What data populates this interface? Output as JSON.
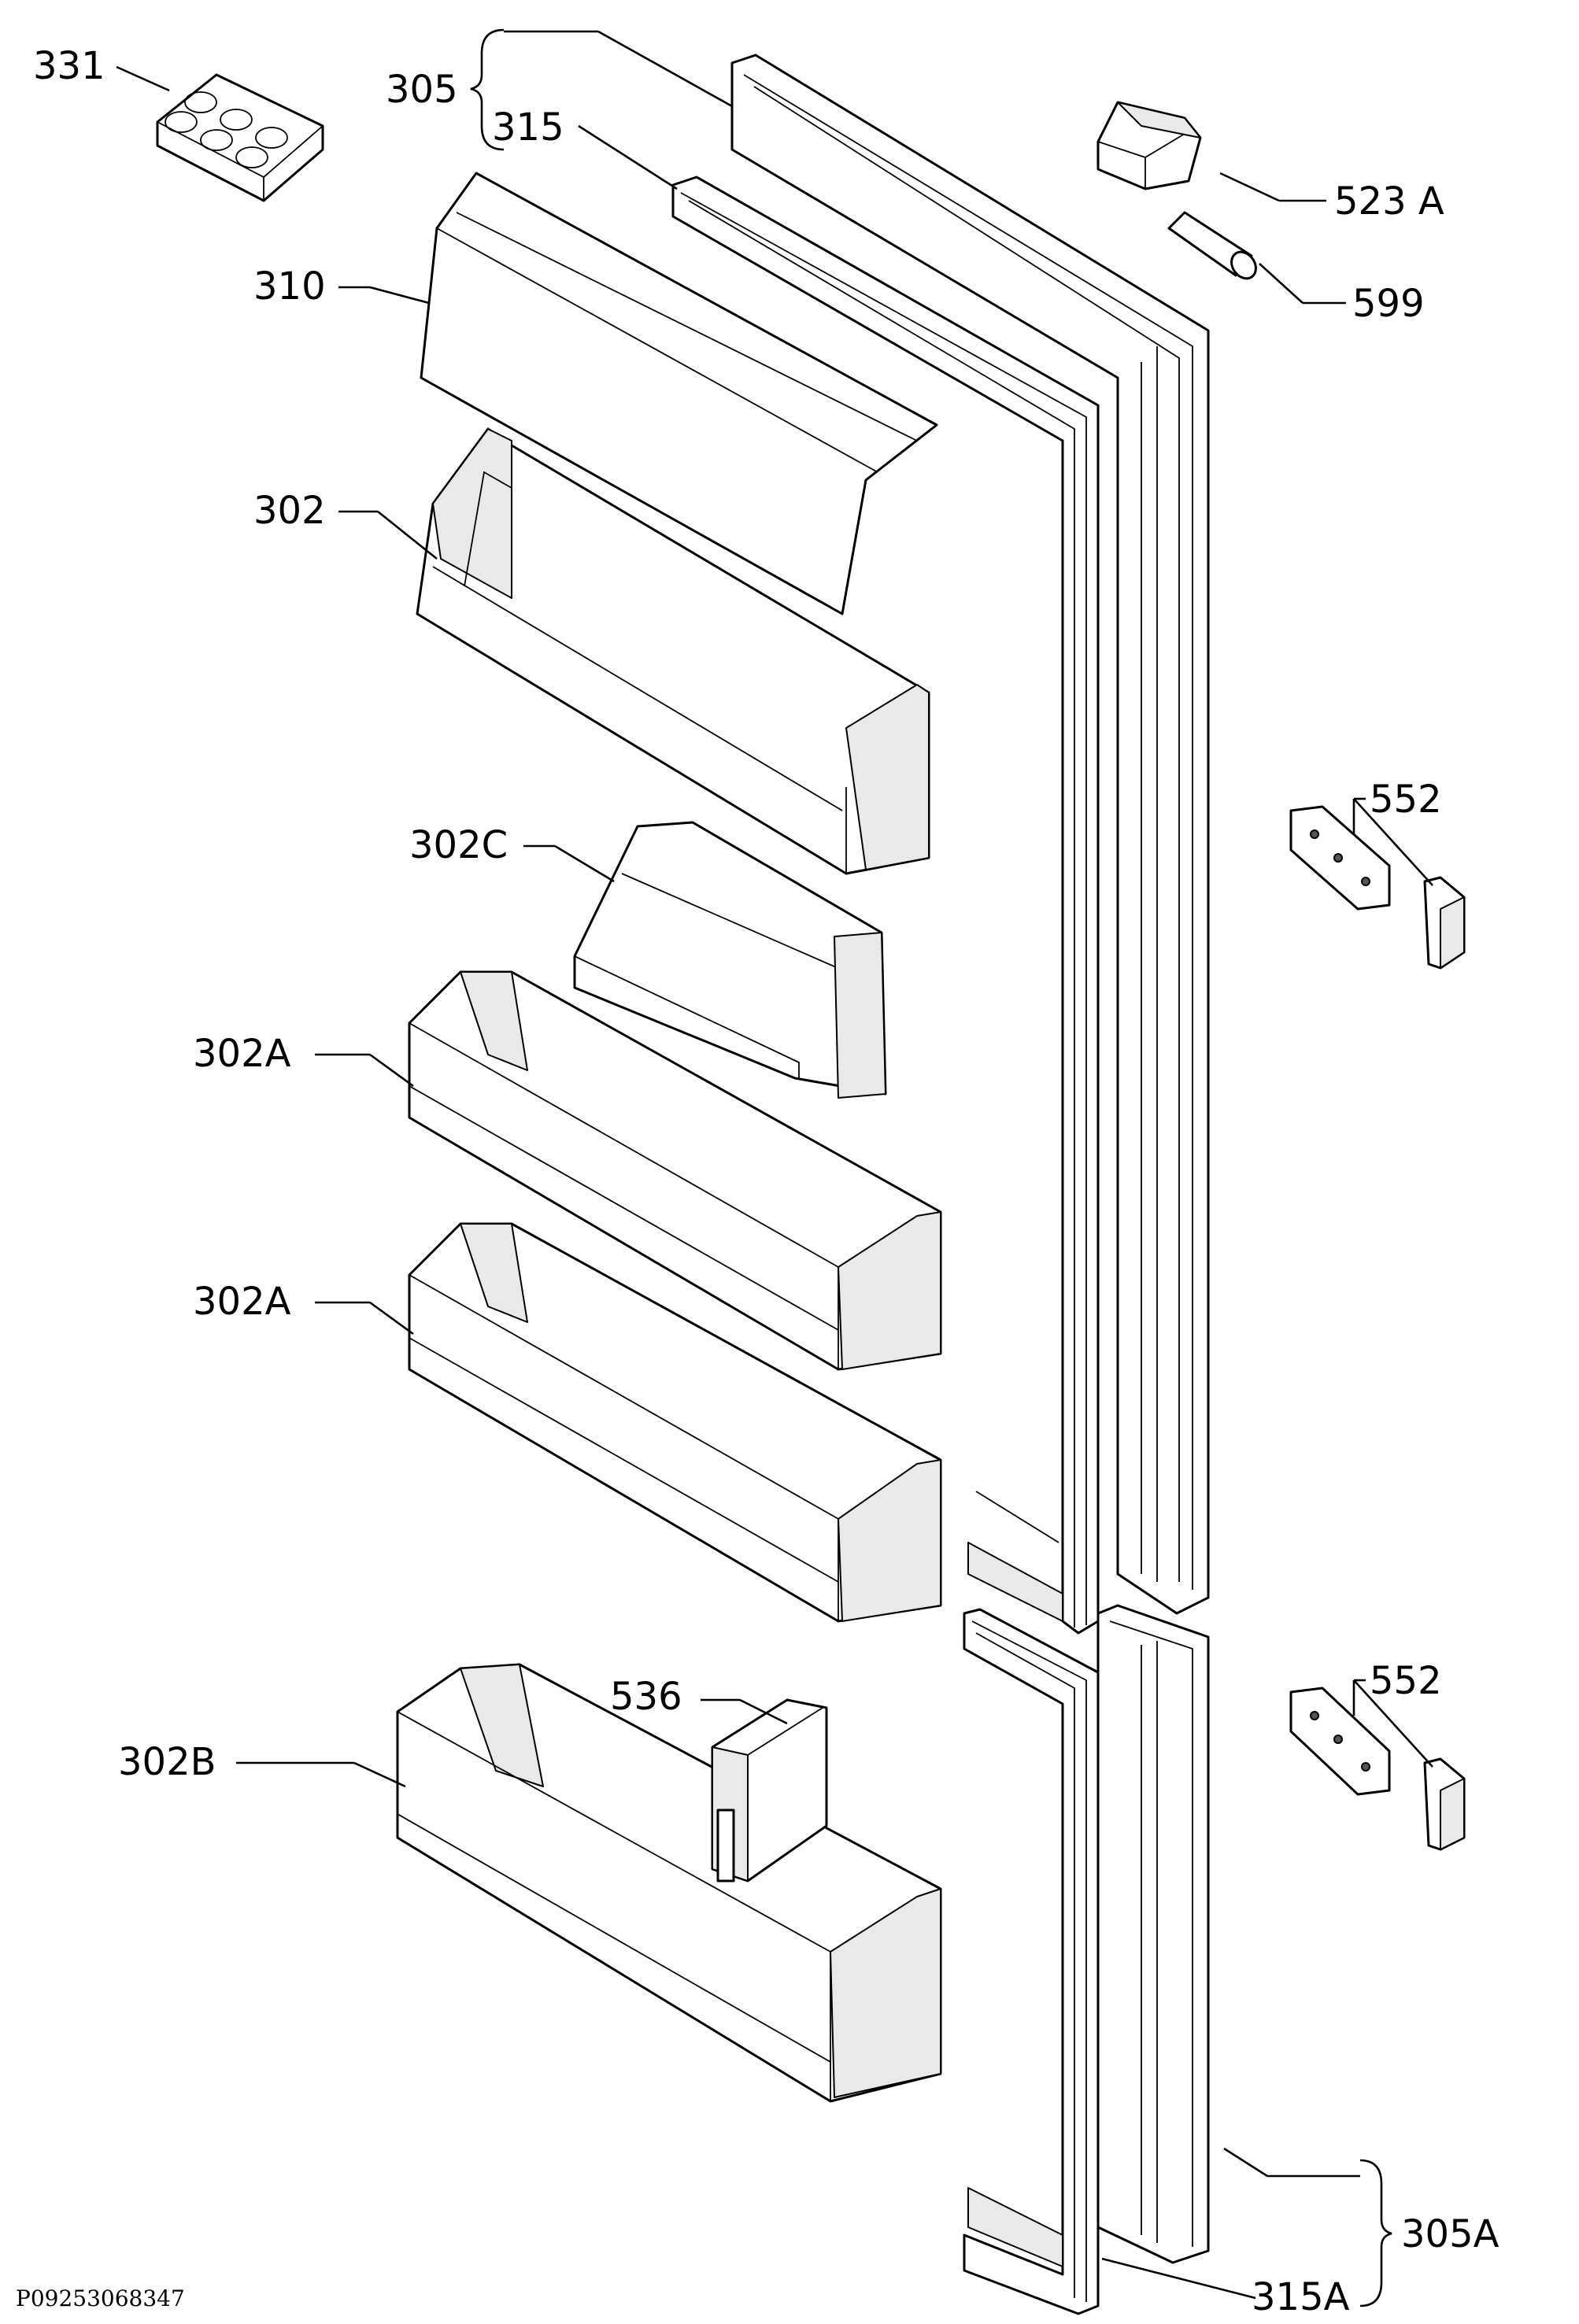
{
  "labels": {
    "l331": "331",
    "l305": "305",
    "l315": "315",
    "l310": "310",
    "l302": "302",
    "l302c": "302C",
    "l302a_1": "302A",
    "l302a_2": "302A",
    "l302b": "302B",
    "l536": "536",
    "l523a": "523 A",
    "l599": "599",
    "l552_1": "552",
    "l552_2": "552",
    "l305a": "305A",
    "l315a": "315A"
  },
  "footer": {
    "drawing_code": "P09253068347"
  }
}
